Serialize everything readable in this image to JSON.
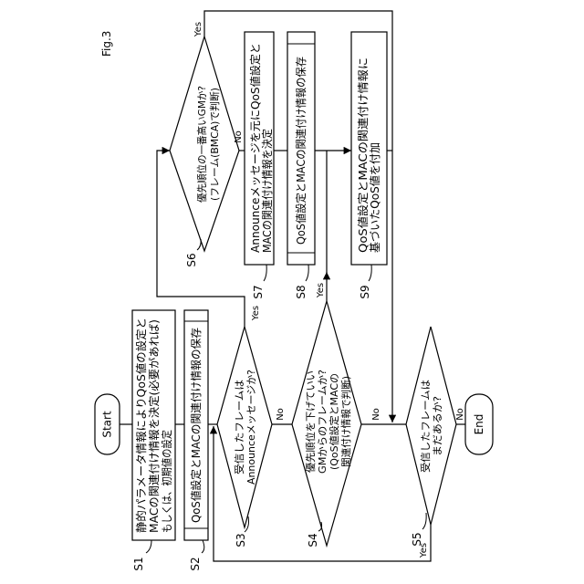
{
  "figure": {
    "label": "Fig.3"
  },
  "terminals": {
    "start": "Start",
    "end": "End"
  },
  "steps": {
    "s1": {
      "id": "S1",
      "lines": [
        "静的パラメータ情報によりQoS値の設定と",
        "MACの関連付け情報を決定(必要があれば)",
        "もしくは、初期値の設定"
      ]
    },
    "s2": {
      "id": "S2",
      "lines": [
        "QoS値設定とMACの関連付け情報の保存"
      ]
    },
    "s3": {
      "id": "S3",
      "lines": [
        "受信したフレームは",
        "Announceメッセージか?"
      ],
      "yes": "Yes",
      "no": "No"
    },
    "s4": {
      "id": "S4",
      "lines": [
        "優先順位を下げていい",
        "GMからのフレームか?",
        "(QoS値設定とMACの",
        "関連付け情報で判断)"
      ],
      "yes": "Yes",
      "no": "No"
    },
    "s5": {
      "id": "S5",
      "lines": [
        "受信したフレームは",
        "まだあるか?"
      ],
      "yes": "Yes",
      "no": "No"
    },
    "s6": {
      "id": "S6",
      "lines": [
        "優先順位の一番高いGMか?",
        "(フレーム(BMCA)で判断)"
      ],
      "yes": "Yes",
      "no": "No"
    },
    "s7": {
      "id": "S7",
      "lines": [
        "Announceメッセージを元にQoS値設定と",
        "MACの関連付け情報を決定"
      ]
    },
    "s8": {
      "id": "S8",
      "lines": [
        "QoS値設定とMACの関連付け情報の保存"
      ]
    },
    "s9": {
      "id": "S9",
      "lines": [
        "QoS値設定とMACの関連付け情報に",
        "基づいたQoS値を付加"
      ]
    }
  }
}
